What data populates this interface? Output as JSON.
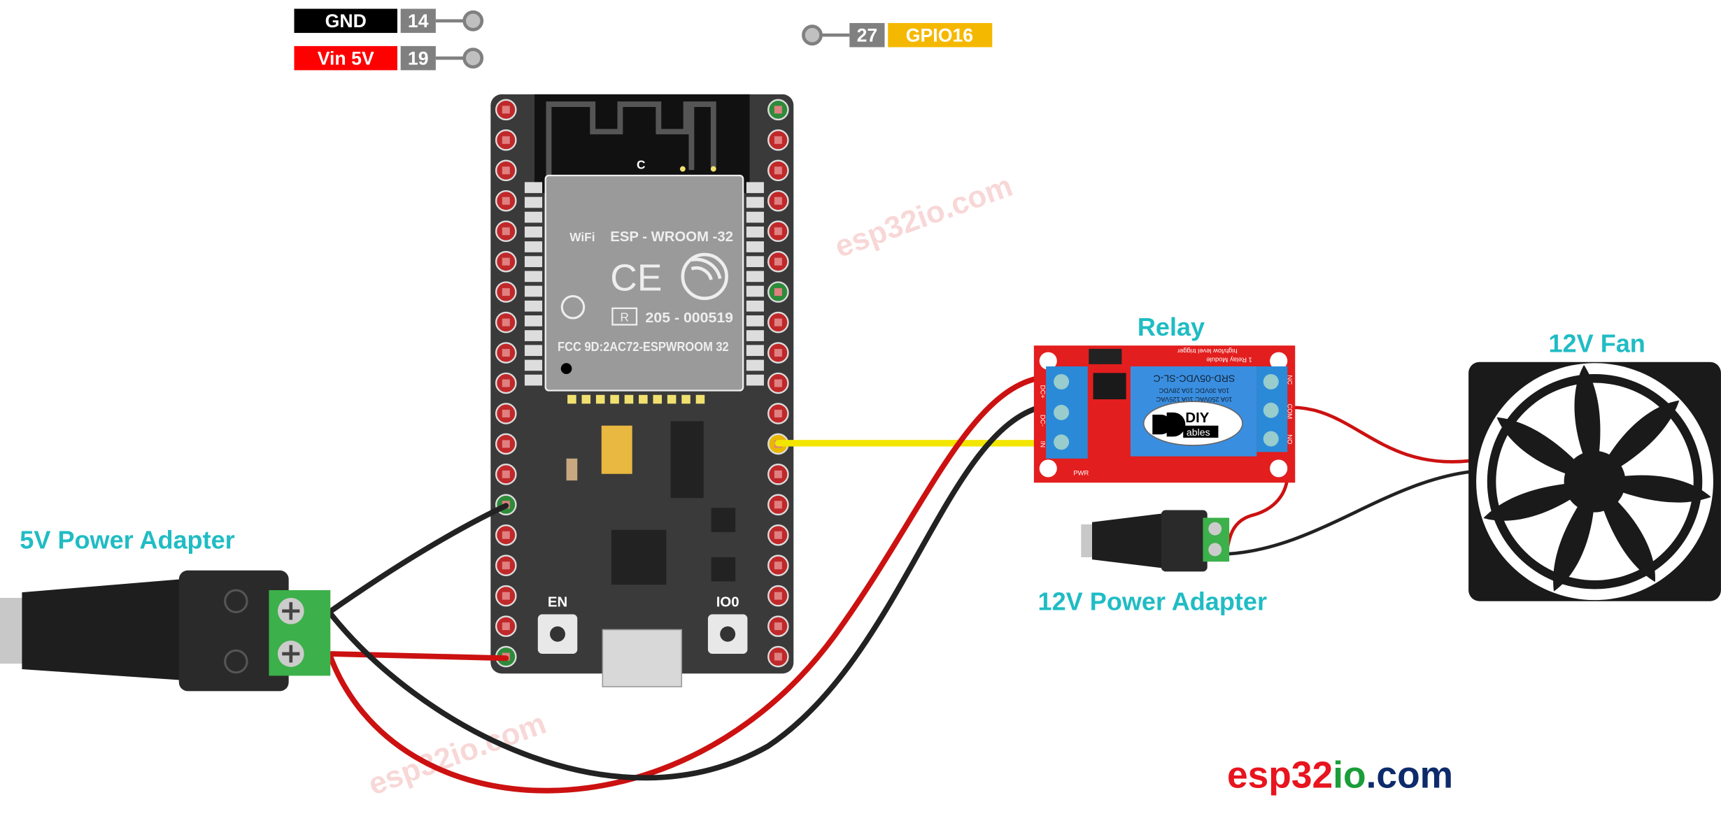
{
  "pin_labels": [
    {
      "name": "GND",
      "pin": "14",
      "color": "#000000"
    },
    {
      "name": "Vin 5V",
      "pin": "19",
      "color": "#ff0000"
    },
    {
      "name": "GPIO16",
      "pin": "27",
      "color": "#f5b800"
    }
  ],
  "esp32": {
    "module_name": "ESP - WROOM -32",
    "wifi_logo": "WiFi",
    "ce_mark": "CE",
    "reg_mark": "R",
    "reg_number": "205 - 000519",
    "fcc": "FCC 9D:2AC72-ESPWROOM 32",
    "antenna_label": "C",
    "button_en": "EN",
    "button_io0": "IO0"
  },
  "relay": {
    "title": "Relay",
    "board_text_1": "1 Relay Module",
    "board_text_2": "high/low level trigger",
    "relay_model": "SRD-05VDC-SL-C",
    "relay_spec_1": "10A 30VDC 10A 28VDC",
    "relay_spec_2": "10A 250VAC 10A 125VAC",
    "logo_top": "DIY",
    "logo_bottom": "ables",
    "pins_left": [
      "DC+",
      "DC-",
      "IN"
    ],
    "pins_right": [
      "NC",
      "COM",
      "NO"
    ],
    "pwr_label": "PWR"
  },
  "labels": {
    "adapter_5v": "5V Power Adapter",
    "adapter_12v": "12V Power Adapter",
    "fan": "12V Fan"
  },
  "brand": {
    "part1": "esp32",
    "part2": "io",
    "part3": ".com",
    "colors": {
      "part1": "#e8141e",
      "part2": "#1a9e3a",
      "part3": "#0d2b6b"
    }
  },
  "watermark": "esp32io.com",
  "wire_colors": {
    "signal": "#f2e600",
    "power": "#cc1111",
    "ground": "#222222"
  }
}
